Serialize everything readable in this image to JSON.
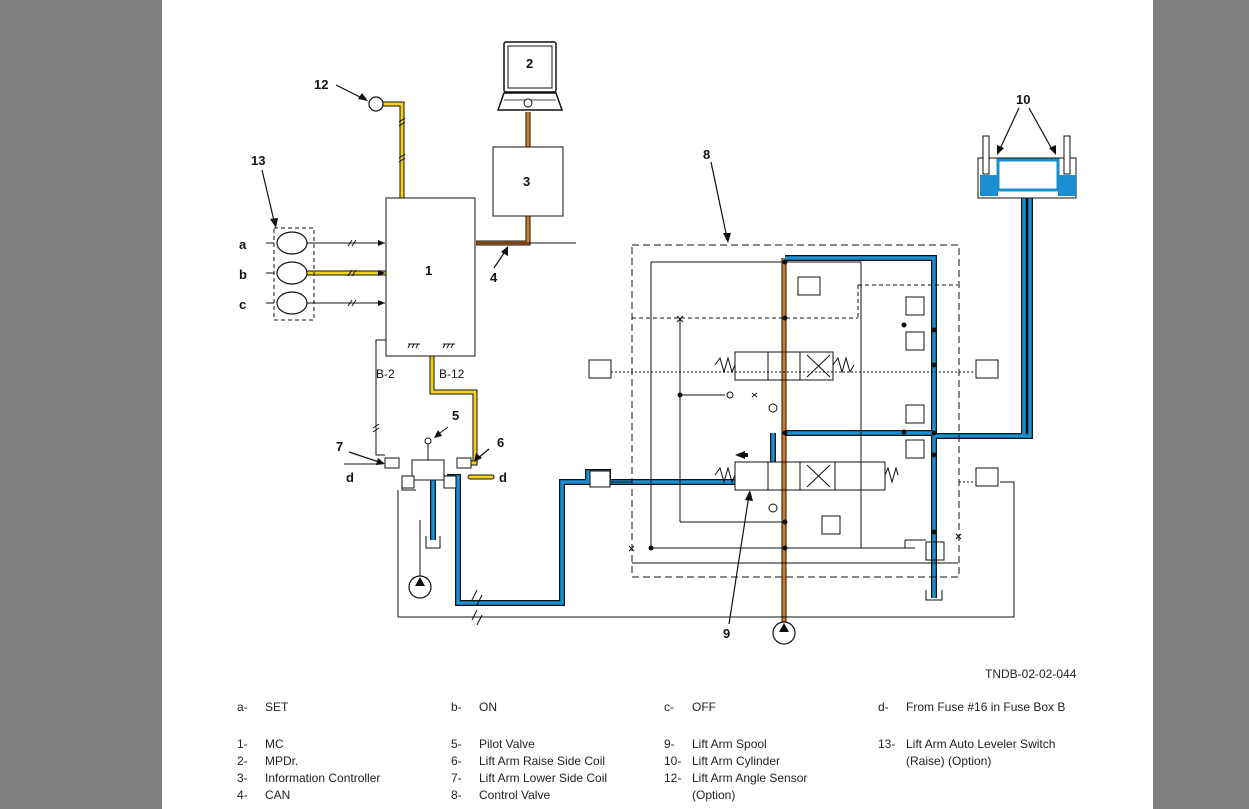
{
  "figure": {
    "id": "TNDB-02-02-044",
    "callouts": {
      "n1": "1",
      "n2": "2",
      "n3": "3",
      "n4": "4",
      "n5": "5",
      "n6": "6",
      "n7": "7",
      "n8": "8",
      "n9": "9",
      "n10": "10",
      "n12": "12",
      "n13": "13"
    },
    "switch_positions": {
      "a": "a",
      "b": "b",
      "c": "c"
    },
    "fuse_refs": {
      "d_left": "d",
      "d_right": "d"
    },
    "harness_labels": {
      "b2": "B-2",
      "b12": "B-12"
    },
    "colors": {
      "pilot_oil": "#1b8fd0",
      "pump_oil": "#e07a1f",
      "signal_wire": "#f2d21b",
      "line": "#111111"
    }
  },
  "legend": {
    "switch": [
      {
        "key": "a-",
        "text": "SET"
      },
      {
        "key": "b-",
        "text": "ON"
      },
      {
        "key": "c-",
        "text": "OFF"
      },
      {
        "key": "d-",
        "text": "From Fuse #16 in Fuse Box B"
      }
    ],
    "col1": [
      {
        "key": "1-",
        "text": "MC"
      },
      {
        "key": "2-",
        "text": "MPDr."
      },
      {
        "key": "3-",
        "text": "Information Controller"
      },
      {
        "key": "4-",
        "text": "CAN"
      }
    ],
    "col2": [
      {
        "key": "5-",
        "text": "Pilot Valve"
      },
      {
        "key": "6-",
        "text": "Lift Arm Raise Side Coil"
      },
      {
        "key": "7-",
        "text": "Lift Arm Lower Side Coil"
      },
      {
        "key": "8-",
        "text": "Control Valve"
      }
    ],
    "col3": [
      {
        "key": "9-",
        "text": "Lift Arm Spool"
      },
      {
        "key": "10-",
        "text": "Lift Arm Cylinder"
      },
      {
        "key": "12-",
        "text": "Lift Arm Angle Sensor"
      },
      {
        "key": "",
        "text": "(Option)"
      }
    ],
    "col4": [
      {
        "key": "13-",
        "text": "Lift Arm Auto Leveler Switch"
      },
      {
        "key": "",
        "text": "(Raise) (Option)"
      }
    ]
  }
}
